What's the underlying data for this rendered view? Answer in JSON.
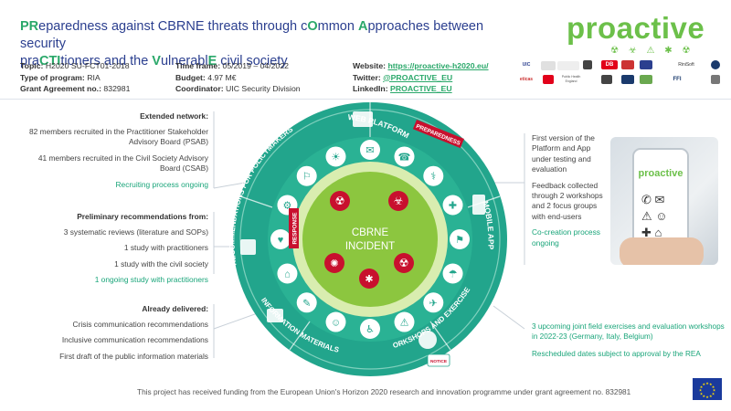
{
  "title": {
    "line1_parts": [
      {
        "t": "PR",
        "b": true
      },
      {
        "t": "eparedness against CBRNE threats through c",
        "b": false
      },
      {
        "t": "O",
        "b": true
      },
      {
        "t": "mmon ",
        "b": false
      },
      {
        "t": "A",
        "b": true
      },
      {
        "t": "pproaches between security",
        "b": false
      }
    ],
    "line2_parts": [
      {
        "t": "pra",
        "b": false
      },
      {
        "t": "CTI",
        "b": true
      },
      {
        "t": "tioners and the ",
        "b": false
      },
      {
        "t": "V",
        "b": true
      },
      {
        "t": "ulnerabl",
        "b": false
      },
      {
        "t": "E",
        "b": true
      },
      {
        "t": " civil society",
        "b": false
      }
    ]
  },
  "logo": {
    "text": "proactive"
  },
  "meta": {
    "topic_label": "Topic:",
    "topic": "H2020 SU-FCT01-2018",
    "program_label": "Type of program:",
    "program": "RIA",
    "grant_label": "Grant Agreement no.:",
    "grant": "832981",
    "timeframe_label": "Time frame:",
    "timeframe": "05/2019 – 04/2022",
    "budget_label": "Budget:",
    "budget": "4.97 M€",
    "coordinator_label": "Coordinator:",
    "coordinator": "UIC Security Division",
    "website_label": "Website:",
    "website": "https://proactive-h2020.eu/",
    "twitter_label": "Twitter:",
    "twitter": "@PROACTIVE_EU",
    "linkedin_label": "LinkedIn:",
    "linkedin": "PROACTIVE_EU"
  },
  "partners": [
    "UIC",
    "DB",
    "RiniSoft",
    "eticas",
    "FFI",
    "Public Health England"
  ],
  "left": {
    "network_heading": "Extended network:",
    "network_psab": "82 members recruited in the Practitioner Stakeholder Advisory Board (PSAB)",
    "network_csab": "41 members recruited in the Civil Society Advisory Board (CSAB)",
    "network_status": "Recruiting process ongoing",
    "prelim_heading": "Preliminary recommendations from:",
    "prelim_1": "3 systematic reviews (literature and SOPs)",
    "prelim_2": "1 study with practitioners",
    "prelim_3": "1 study with the civil society",
    "prelim_4": "1 ongoing study with practitioners",
    "delivered_heading": "Already delivered:",
    "delivered_1": "Crisis communication recommendations",
    "delivered_2": "Inclusive communication recommendations",
    "delivered_3": "First draft of the public information materials"
  },
  "right": {
    "platform_status": "First version of the Platform and App under testing and evaluation",
    "feedback": "Feedback collected through 2 workshops and 2 focus groups with end-users",
    "cocreation": "Co-creation process ongoing",
    "exercises": "3 upcoming joint field exercises and evaluation workshops in 2022-23 (Germany, Italy, Belgium)",
    "rescheduled": "Rescheduled dates subject to approval by the REA"
  },
  "phone": {
    "brand": "proactive"
  },
  "diagram": {
    "center_line1": "CBRNE",
    "center_line2": "INCIDENT",
    "seg_web": "WEB PLATFORM",
    "seg_mobile": "MOBILE APP",
    "seg_workshops": "WORKSHOPS AND EXERCISES",
    "seg_info": "INFORMATION MATERIALS",
    "seg_recs": "RECOMMENDATIONS FOR POLICYMAKERS",
    "tag_preparedness": "PREPAREDNESS",
    "tag_response": "RESPONSE",
    "notice": "NOTICE"
  },
  "footer": "This project has received funding from the European Union's Horizon 2020 research and innovation programme under grant agreement no. 832981",
  "colors": {
    "accent_green": "#2aa86a",
    "title_blue": "#2b3f8f",
    "ring_teal": "#1fa38a",
    "inner_green": "#8cc63f",
    "tag_red": "#c8102e"
  }
}
